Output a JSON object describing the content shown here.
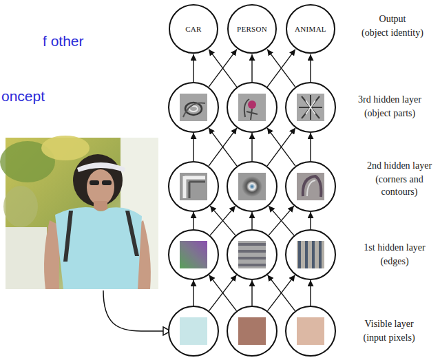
{
  "diagram": {
    "nodes": [
      {
        "text": [
          "CAR"
        ]
      },
      {
        "text": [
          "PERSON"
        ]
      },
      {
        "text": [
          "ANIMAL"
        ]
      }
    ],
    "labels": [
      "f other",
      "oncept",
      "Output",
      "(object identity)",
      "3rd hidden layer",
      "(object parts)",
      "2nd hidden layer",
      "(corners and contours)",
      "1st hidden layer",
      "(edges)",
      "Visible layer",
      "(input pixels)"
    ]
  }
}
